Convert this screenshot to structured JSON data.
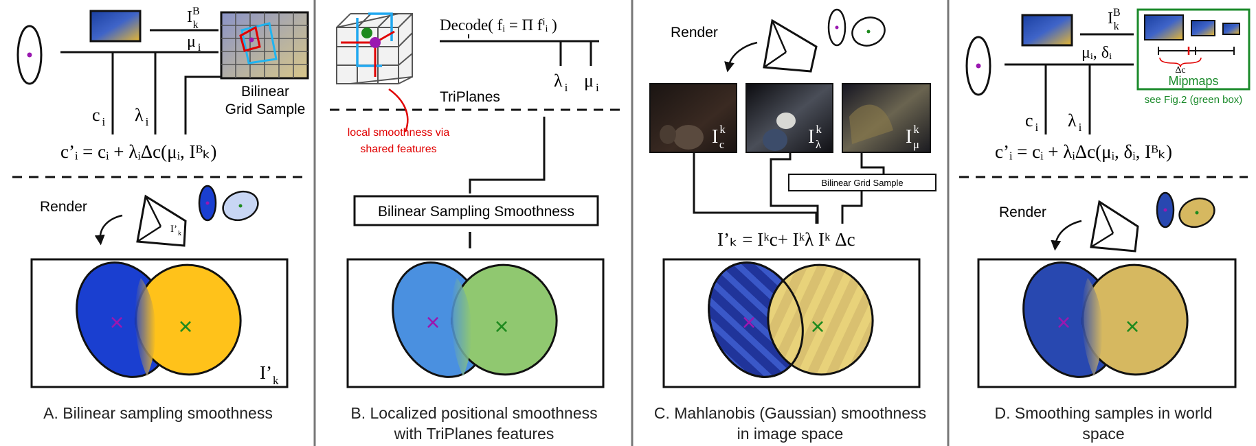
{
  "panels": [
    {
      "caption_lines": [
        "A. Bilinear sampling smoothness"
      ],
      "labels": {
        "ik_b": "I",
        "ik_b_sup": "B",
        "ik_b_sub": "k",
        "mu": "μ",
        "mu_sub": "i",
        "grid_sample": [
          "Bilinear",
          "Grid Sample"
        ],
        "c": "c",
        "c_sub": "i",
        "lambda": "λ",
        "lambda_sub": "i",
        "render": "Render",
        "cam_label": "I’",
        "cam_label_sub": "k",
        "canvas_label": "I’",
        "canvas_label_sub": "k"
      },
      "equation": "c’ᵢ = cᵢ + λᵢΔc(μᵢ, Iᴮₖ)"
    },
    {
      "caption_lines": [
        "B. Localized positional smoothness",
        "with TriPlanes features"
      ],
      "labels": {
        "decode": "Decode( fᵢ = Π fⁱᵢ )",
        "lambda": "λ",
        "lambda_sub": "i",
        "mu": "μ",
        "mu_sub": "i",
        "triplanes": "TriPlanes",
        "local_smoothness": [
          "local smoothness via",
          "shared features"
        ],
        "box": "Bilinear Sampling Smoothness"
      }
    },
    {
      "caption_lines": [
        "C. Mahlanobis (Gaussian) smoothness",
        "in image space"
      ],
      "labels": {
        "render": "Render",
        "img1": "I",
        "img1_sup": "k",
        "img1_sub": "c",
        "img2": "I",
        "img2_sup": "k",
        "img2_sub": "λ",
        "img3": "I",
        "img3_sup": "k",
        "img3_sub": "μ",
        "grid_sample": "Bilinear Grid Sample"
      },
      "equation": "I’ₖ = Iᵏc+ Iᵏλ Iᵏ Δc"
    },
    {
      "caption_lines": [
        "D. Smoothing samples in world",
        "space"
      ],
      "labels": {
        "ik_b": "I",
        "ik_b_sup": "B",
        "ik_b_sub": "k",
        "mu_delta": "μᵢ, δᵢ",
        "mipmaps": "Mipmaps",
        "delta_c": "Δc",
        "see_fig": "see Fig.2 (green box)",
        "c": "c",
        "c_sub": "i",
        "lambda": "λ",
        "lambda_sub": "i",
        "render": "Render"
      },
      "equation": "c’ᵢ = cᵢ + λᵢΔc(μᵢ, δᵢ, Iᴮₖ)"
    }
  ],
  "colors": {
    "blue_a": "#1a3fd0",
    "yellow_a": "#ffc21a",
    "blue_b": "#4a90e0",
    "green_b": "#90c870",
    "blue_d": "#2848b0",
    "tan_d": "#d6b860",
    "purple": "#9a18b0",
    "green_mark": "#1e8a1e",
    "red": "#e00000",
    "mipmap_green": "#1a8a2a"
  }
}
